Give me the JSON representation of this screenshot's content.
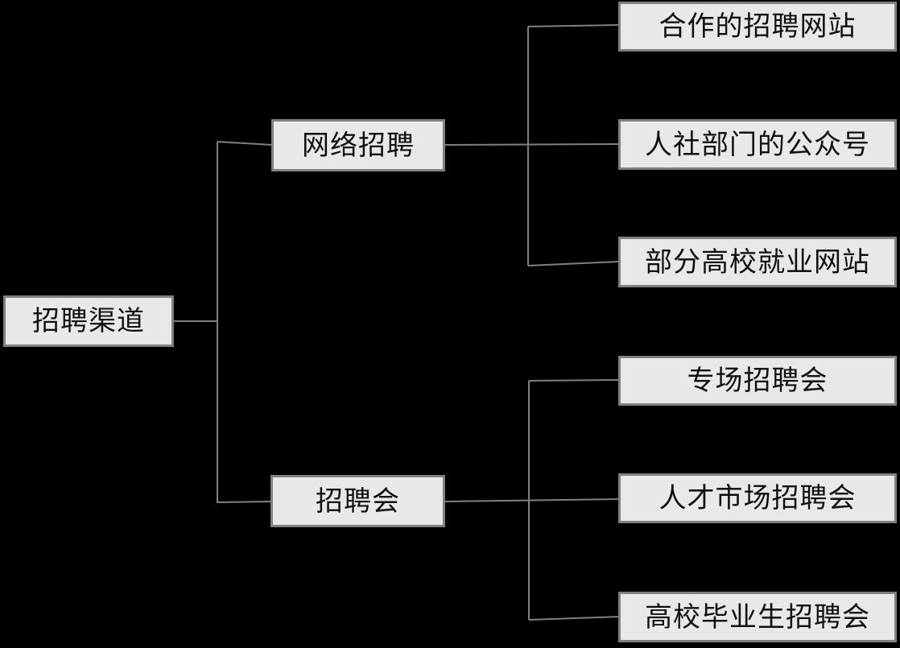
{
  "diagram": {
    "type": "tree",
    "orientation": "left-to-right",
    "root": {
      "label": "招聘渠道"
    },
    "branches": [
      {
        "label": "网络招聘",
        "children": [
          {
            "label": "合作的招聘网站"
          },
          {
            "label": "人社部门的公众号"
          },
          {
            "label": "部分高校就业网站"
          }
        ]
      },
      {
        "label": "招聘会",
        "children": [
          {
            "label": "专场招聘会"
          },
          {
            "label": "人才市场招聘会"
          },
          {
            "label": "高校毕业生招聘会"
          }
        ]
      }
    ],
    "colors": {
      "background": "#000000",
      "node_fill": "#e8e8e8",
      "node_border": "#808080",
      "connector": "#808080",
      "text": "#111111"
    }
  }
}
